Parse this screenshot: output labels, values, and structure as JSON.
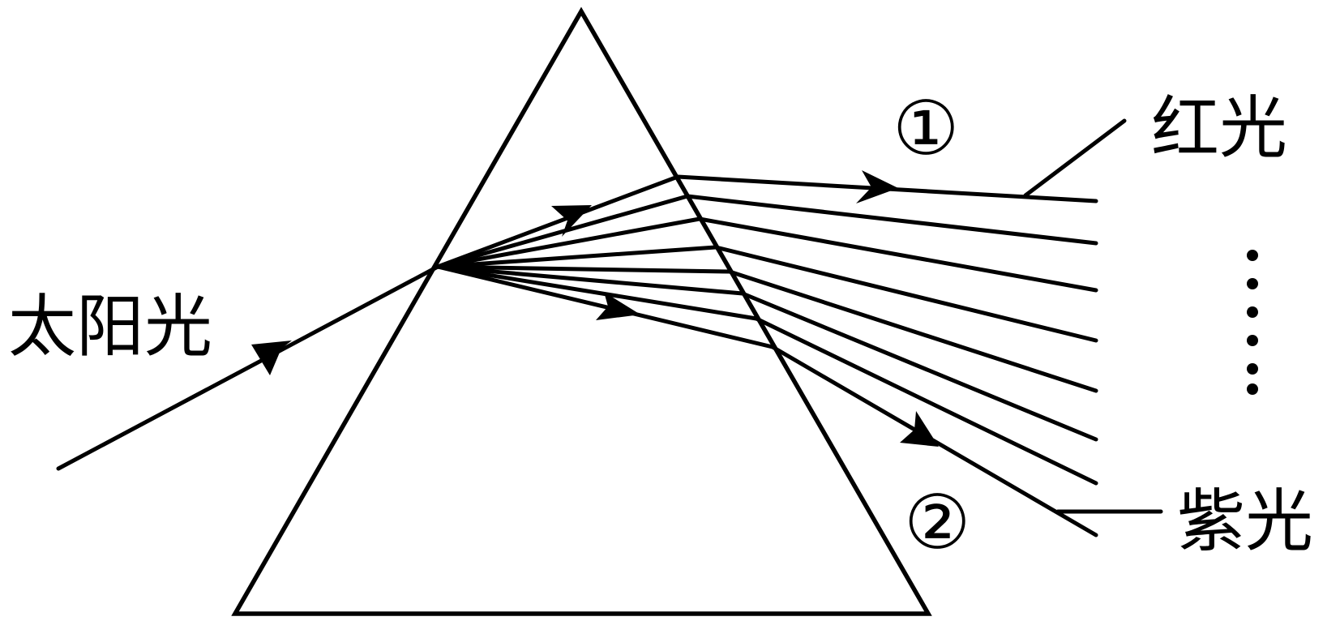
{
  "labels": {
    "sunlight": "太阳光",
    "red_light": "红光",
    "violet_light": "紫光",
    "ray_1_marker": "①",
    "ray_2_marker": "②"
  },
  "colors": {
    "line": "#000000",
    "background": "#ffffff"
  }
}
